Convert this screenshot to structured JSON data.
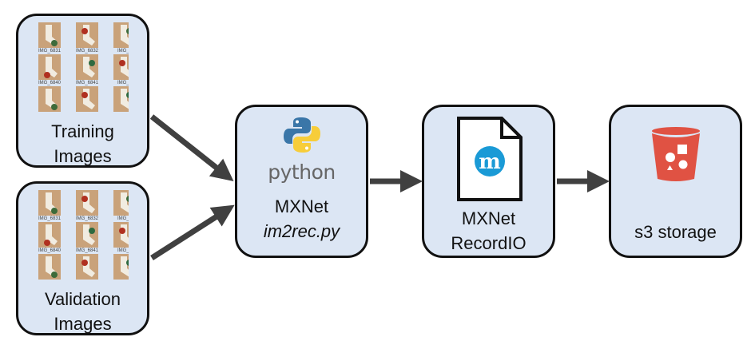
{
  "training": {
    "label_line1": "Training",
    "label_line2": "Images",
    "thumbnails": [
      "IMG_6831",
      "IMG_6832",
      "IMG_6",
      "IMG_6840",
      "IMG_6841",
      "IMG_6",
      "",
      "",
      ""
    ]
  },
  "validation": {
    "label_line1": "Validation",
    "label_line2": "Images",
    "thumbnails": [
      "IMG_6831",
      "IMG_6832",
      "IMG_6",
      "IMG_6840",
      "IMG_6841",
      "IMG_6",
      "",
      "",
      ""
    ]
  },
  "converter": {
    "logo_text": "python",
    "label_line1": "MXNet",
    "label_line2": "im2rec.py"
  },
  "recordio": {
    "logo_letter": "m",
    "label_line1": "MXNet",
    "label_line2": "RecordIO"
  },
  "storage": {
    "icon": "s3-bucket-icon",
    "label": "s3 storage"
  },
  "colors": {
    "box_fill": "#dce6f4",
    "box_border": "#111111",
    "arrow": "#404040",
    "s3_red": "#e05243",
    "python_blue": "#3a76a8",
    "python_yellow": "#f7cd3a",
    "mxnet_blue": "#1a9ad6"
  }
}
